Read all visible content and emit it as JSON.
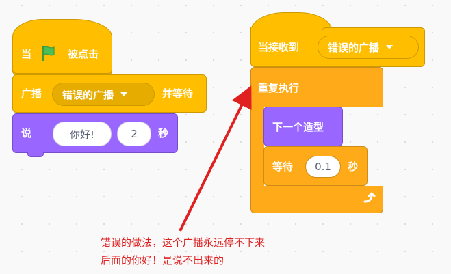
{
  "left_script": {
    "hat_when": "当",
    "hat_clicked": "被点击",
    "broadcast_label": "广播",
    "broadcast_message": "错误的广播",
    "and_wait": "并等待",
    "say_label": "说",
    "say_text": "你好!",
    "say_seconds": "2",
    "seconds_label": "秒"
  },
  "right_script": {
    "when_receive": "当接收到",
    "receive_message": "错误的广播",
    "forever_label": "重复执行",
    "next_costume": "下一个造型",
    "wait_label": "等待",
    "wait_value": "0.1",
    "seconds_label": "秒"
  },
  "annotation": {
    "line1": "错误的做法，这个广播永远停不下来",
    "line2": "后面的你好！是说不出来的"
  },
  "colors": {
    "events": "#ffbf00",
    "control": "#ffab19",
    "looks": "#9966ff",
    "annotation": "#e02020"
  }
}
